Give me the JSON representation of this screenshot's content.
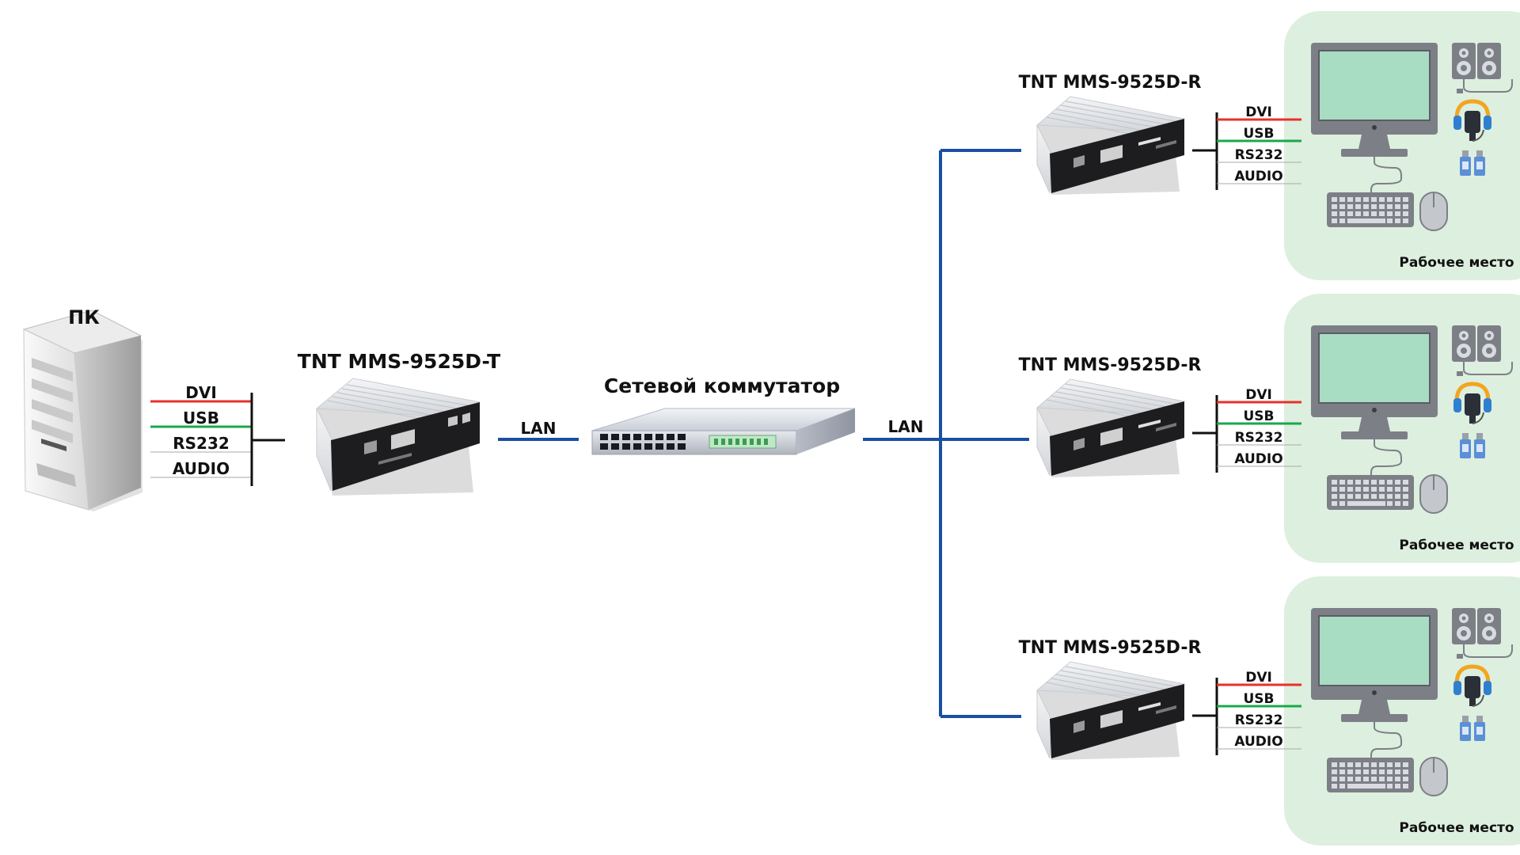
{
  "pc": {
    "title": "ПК",
    "signals": [
      "DVI",
      "USB",
      "RS232",
      "AUDIO"
    ]
  },
  "transmitter": {
    "title": "TNT MMS-9525D-T"
  },
  "switch": {
    "title": "Сетевой коммутатор"
  },
  "links": {
    "lan_left": "LAN",
    "lan_right": "LAN"
  },
  "receivers": [
    {
      "title": "TNT MMS-9525D-R",
      "signals": [
        "DVI",
        "USB",
        "RS232",
        "AUDIO"
      ],
      "workplace_label": "Рабочее место"
    },
    {
      "title": "TNT MMS-9525D-R",
      "signals": [
        "DVI",
        "USB",
        "RS232",
        "AUDIO"
      ],
      "workplace_label": "Рабочее место"
    },
    {
      "title": "TNT MMS-9525D-R",
      "signals": [
        "DVI",
        "USB",
        "RS232",
        "AUDIO"
      ],
      "workplace_label": "Рабочее место"
    }
  ],
  "colors": {
    "dvi_line": "#e8302a",
    "usb_line": "#19a84b",
    "lan_line": "#1a4fa3",
    "workplace_bg": "#ddefdf",
    "monitor_screen": "#a8dcc3",
    "device_body": "#e4e6e9"
  }
}
